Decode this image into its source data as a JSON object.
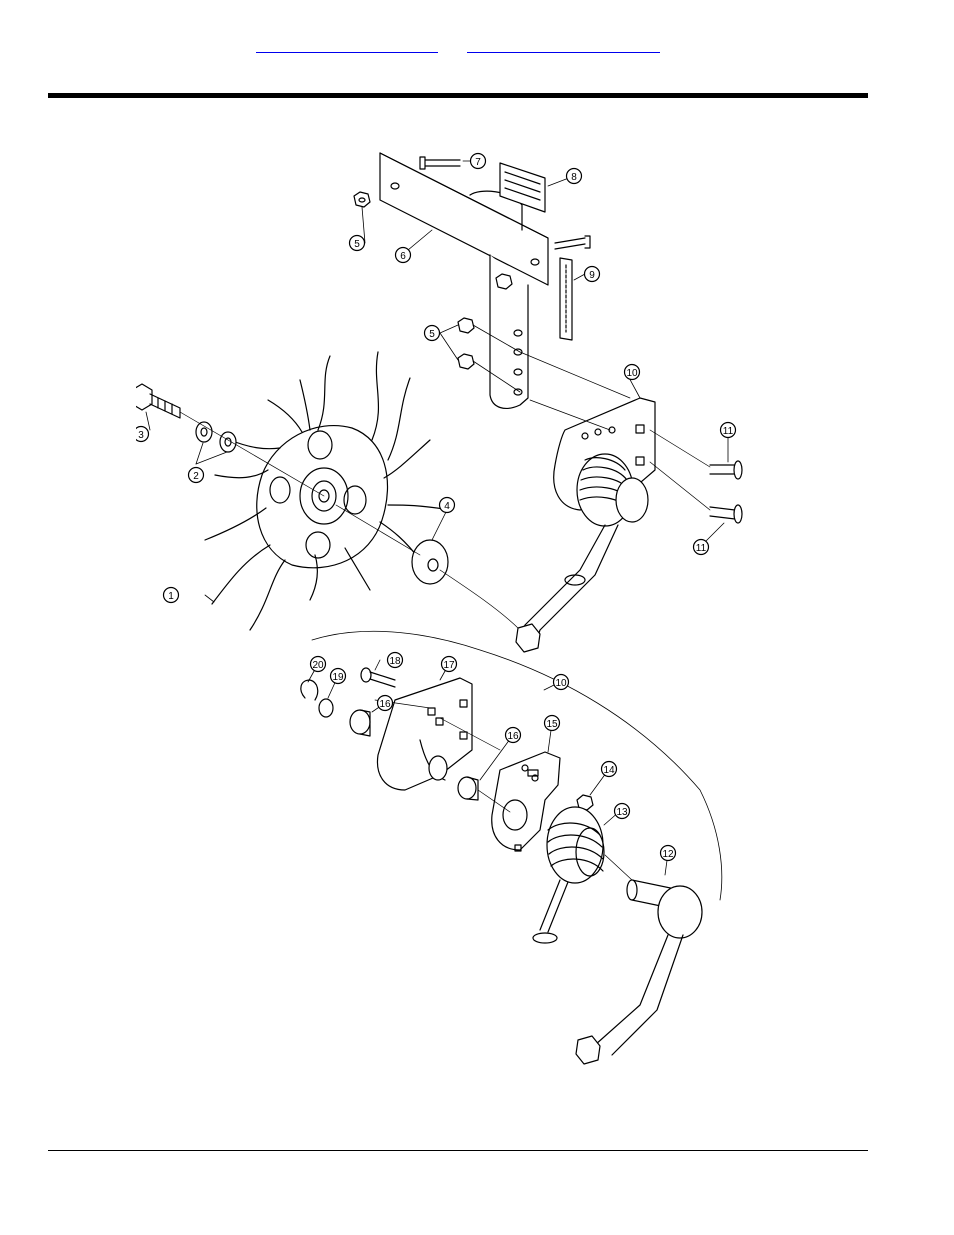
{
  "header": {
    "links": [
      "",
      ""
    ]
  },
  "callouts": [
    "1",
    "2",
    "3",
    "4",
    "5",
    "5",
    "6",
    "7",
    "8",
    "9",
    "10",
    "11",
    "11",
    "10",
    "12",
    "13",
    "14",
    "15",
    "16",
    "16",
    "17",
    "18",
    "19",
    "20"
  ],
  "colors": {
    "line": "#000000",
    "background": "#ffffff",
    "link": "#0000ee"
  }
}
